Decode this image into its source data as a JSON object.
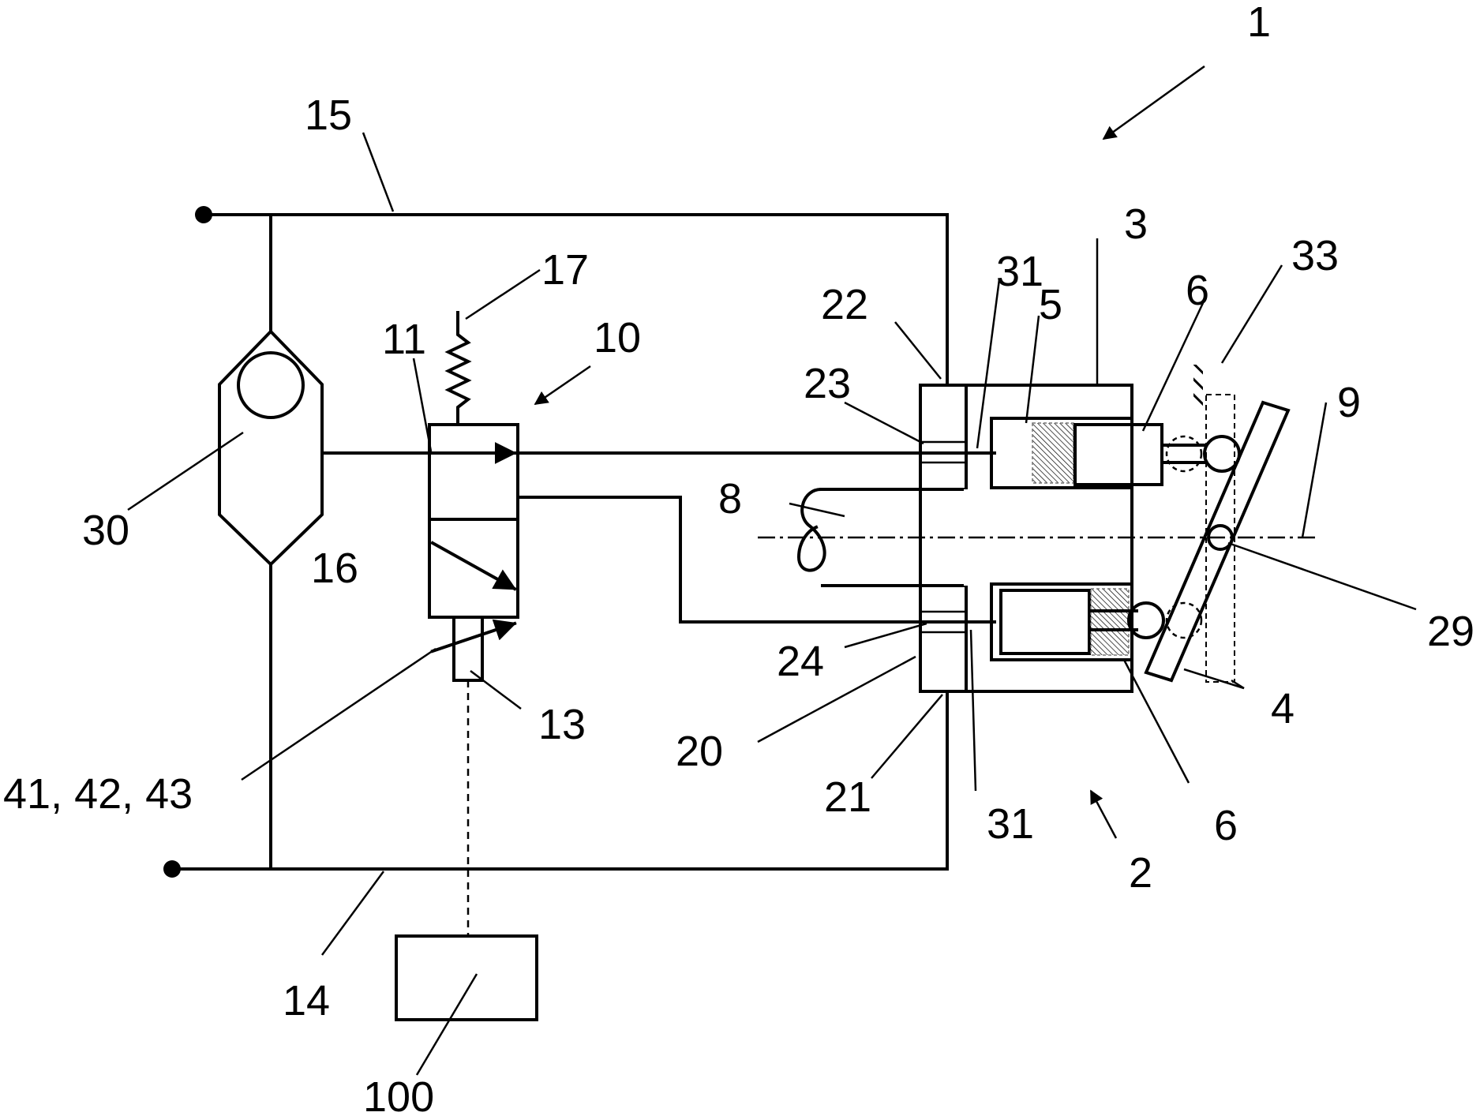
{
  "labels": {
    "l1": "1",
    "l2": "2",
    "l3": "3",
    "l4": "4",
    "l5": "5",
    "l6_top": "6",
    "l6_bottom": "6",
    "l8": "8",
    "l9": "9",
    "l10": "10",
    "l11": "11",
    "l13": "13",
    "l14": "14",
    "l15": "15",
    "l16": "16",
    "l17": "17",
    "l20": "20",
    "l21": "21",
    "l22": "22",
    "l23": "23",
    "l24": "24",
    "l29": "29",
    "l30": "30",
    "l31_top": "31",
    "l31_bottom": "31",
    "l33": "33",
    "l41_42_43": "41, 42, 43",
    "l100": "100"
  }
}
